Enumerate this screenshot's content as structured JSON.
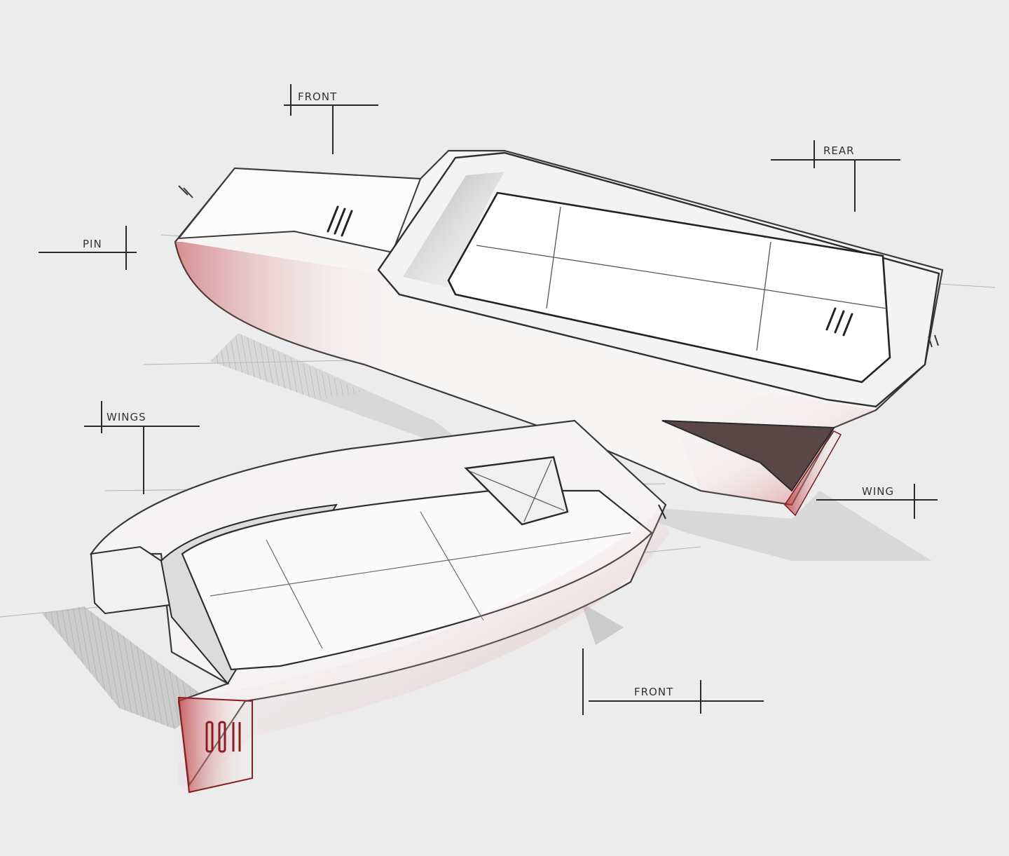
{
  "annotations": {
    "front_top": "FRONT",
    "rear": "REAR",
    "pin": "PIN",
    "wings": "WINGS",
    "wing": "WING",
    "front_bottom": "FRONT"
  },
  "colors": {
    "paper": "#ececec",
    "pencil": "#3a3a3a",
    "red_accent": "#b3262b",
    "shadow": "#b8b8b8"
  }
}
